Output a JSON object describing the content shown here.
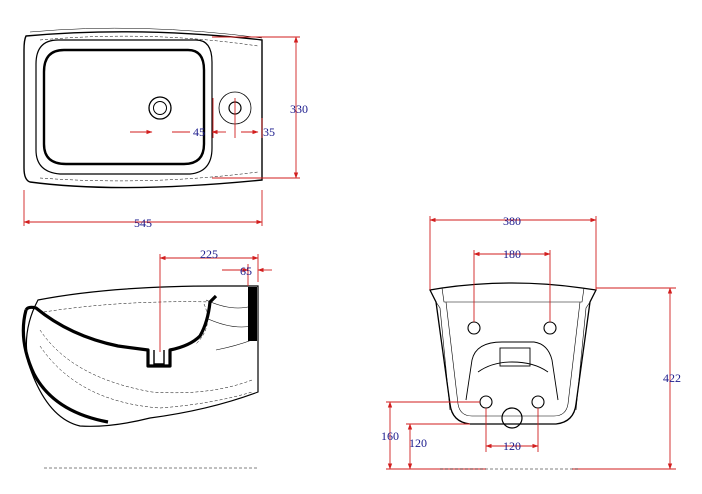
{
  "palette": {
    "outline": "#000000",
    "dimension_line": "#d21e1e",
    "dimension_text": "#1a1a8c",
    "background": "#ffffff"
  },
  "dimensions": {
    "top_view": {
      "width": "545",
      "depth": "330",
      "hole_offset": "45",
      "hole_to_edge": "35"
    },
    "side_view": {
      "outlet_position": "225",
      "wall_thickness": "65"
    },
    "back_view": {
      "width": "380",
      "upper_fixing_spacing": "180",
      "height": "422",
      "lower_fixing_height": "160",
      "lower_fixing_height_alt": "120",
      "lower_fixing_spacing": "120"
    }
  }
}
